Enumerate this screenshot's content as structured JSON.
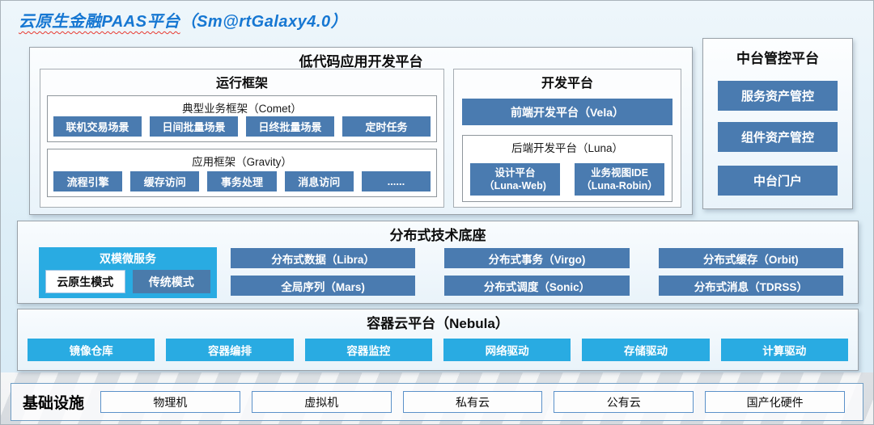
{
  "header": {
    "title_main": "云原生金融PAAS平台",
    "title_suffix": "（Sm@rtGalaxy4.0）"
  },
  "colors": {
    "title_blue": "#1677d2",
    "underline_red": "#e8392f",
    "steel_blue": "#4a7bb0",
    "bright_cyan": "#29abe2",
    "background_blue": "#ddeef7",
    "infra_border_blue": "#5b91c9"
  },
  "lowcode": {
    "title": "低代码应用开发平台",
    "runtime": {
      "title": "运行框架",
      "comet": {
        "title": "典型业务框架（Comet）",
        "buttons": [
          "联机交易场景",
          "日间批量场景",
          "日终批量场景",
          "定时任务"
        ]
      },
      "gravity": {
        "title": "应用框架（Gravity）",
        "buttons": [
          "流程引擎",
          "缓存访问",
          "事务处理",
          "消息访问",
          "......"
        ]
      }
    },
    "dev": {
      "title": "开发平台",
      "vela_label": "前端开发平台（Vela）",
      "luna": {
        "title": "后端开发平台（Luna）",
        "buttons": [
          {
            "line1": "设计平台",
            "line2": "（Luna-Web)"
          },
          {
            "line1": "业务视图IDE",
            "line2": "（Luna-Robin）"
          }
        ]
      }
    }
  },
  "midplatform": {
    "title": "中台管控平台",
    "buttons": [
      "服务资产管控",
      "组件资产管控",
      "中台门户"
    ]
  },
  "distributed": {
    "title": "分布式技术底座",
    "dual_mode": {
      "title": "双模微服务",
      "cloud_native_label": "云原生模式",
      "traditional_label": "传统模式"
    },
    "row1": [
      "分布式数据（Libra）",
      "分布式事务（Virgo)",
      "分布式缓存（Orbit)"
    ],
    "row2": [
      "全局序列（Mars)",
      "分布式调度（Sonic）",
      "分布式消息（TDRSS）"
    ]
  },
  "nebula": {
    "title": "容器云平台（Nebula）",
    "buttons": [
      "镜像仓库",
      "容器编排",
      "容器监控",
      "网络驱动",
      "存储驱动",
      "计算驱动"
    ]
  },
  "infrastructure": {
    "title": "基础设施",
    "items": [
      "物理机",
      "虚拟机",
      "私有云",
      "公有云",
      "国产化硬件"
    ]
  }
}
